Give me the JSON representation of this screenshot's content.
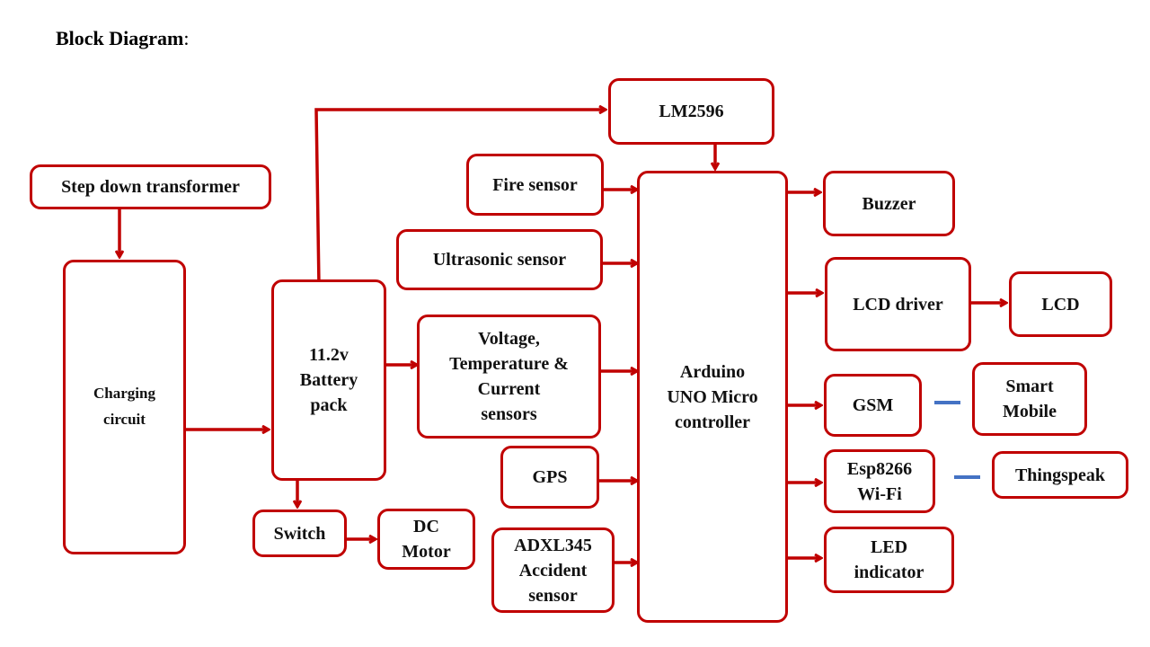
{
  "title": "Block Diagram",
  "title_suffix": ":",
  "blocks": {
    "step_down": "Step down transformer",
    "charging": "Charging\ncircuit",
    "battery": "11.2v\nBattery\npack",
    "switch": "Switch",
    "dc_motor": "DC\nMotor",
    "lm2596": "LM2596",
    "fire": "Fire sensor",
    "ultrasonic": "Ultrasonic sensor",
    "vtc": "Voltage,\nTemperature &\nCurrent\nsensors",
    "gps": "GPS",
    "adxl": "ADXL345\nAccident\nsensor",
    "arduino": "Arduino\nUNO Micro\ncontroller",
    "buzzer": "Buzzer",
    "lcd_driver": "LCD driver",
    "lcd": "LCD",
    "gsm": "GSM",
    "smart_mobile": "Smart\nMobile",
    "esp": "Esp8266\nWi-Fi",
    "thingspeak": "Thingspeak",
    "led": "LED\nindicator"
  },
  "colors": {
    "block_border": "#c00000",
    "arrow": "#c00000",
    "wireless_link": "#4472c4"
  }
}
